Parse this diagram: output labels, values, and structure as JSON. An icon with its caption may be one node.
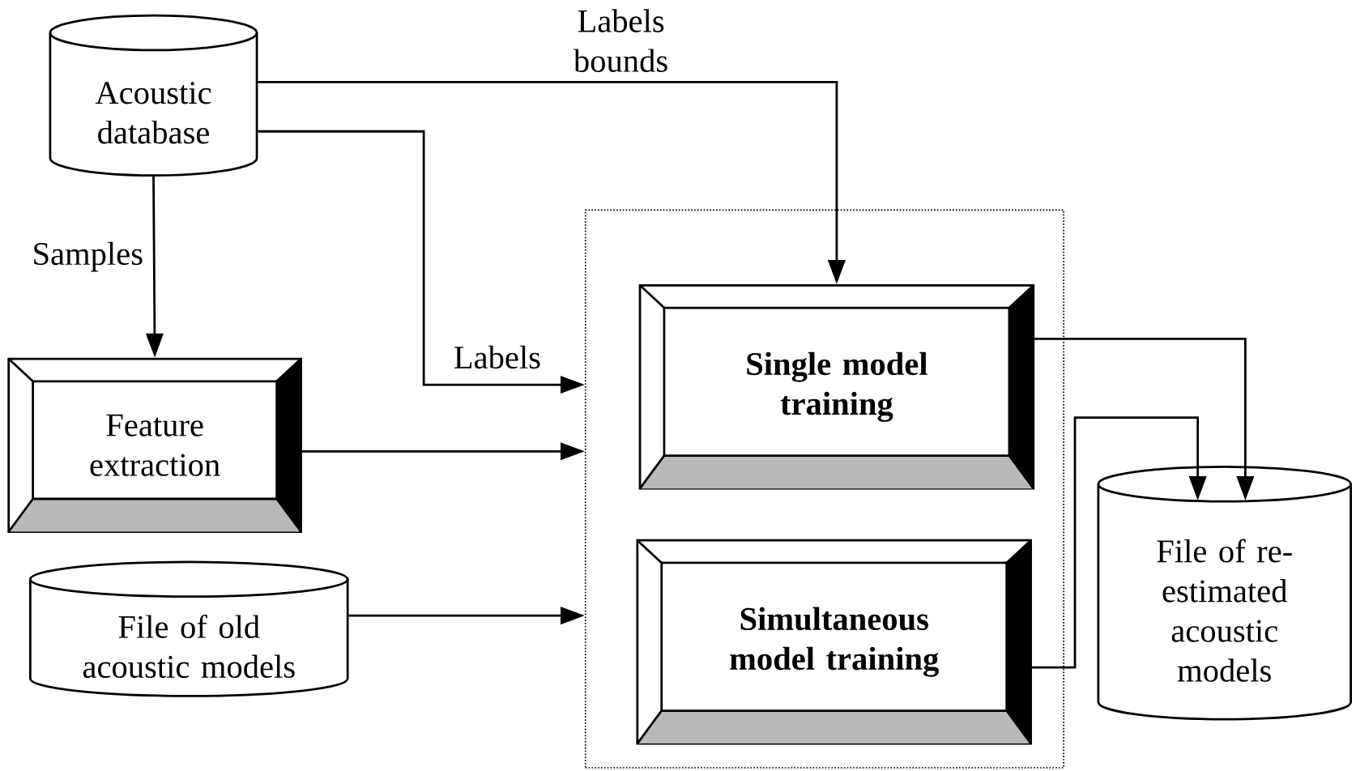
{
  "diagram": {
    "nodes": [
      {
        "text": [
          "Acoustic database"
        ]
      },
      {
        "text": [],
        "shape": "box"
      },
      {
        "text": [
          "Feature extraction"
        ]
      },
      {
        "text": [
          "Single model training"
        ],
        "in": 1
      },
      {
        "text": [
          "File of old acoustic models"
        ]
      },
      {
        "text": [
          "Simultaneous model training"
        ],
        "in": 1
      },
      {
        "text": [
          "File of re-estimated acoustic models"
        ]
      }
    ],
    "edges": [
      {
        "from": 0,
        "to": 2,
        "arrow": "to",
        "label": "Samples"
      },
      {
        "from": 0,
        "to": 3,
        "arrow": "to",
        "label": "Labels bounds"
      },
      {
        "from": 0,
        "to": 1,
        "arrow": "to",
        "label": "Labels"
      },
      {
        "from": 2,
        "to": 1,
        "arrow": "to"
      },
      {
        "from": 4,
        "to": 1,
        "arrow": "to"
      },
      {
        "from": 3,
        "to": 6,
        "arrow": "to"
      },
      {
        "from": 5,
        "to": 6,
        "arrow": "to"
      }
    ]
  }
}
